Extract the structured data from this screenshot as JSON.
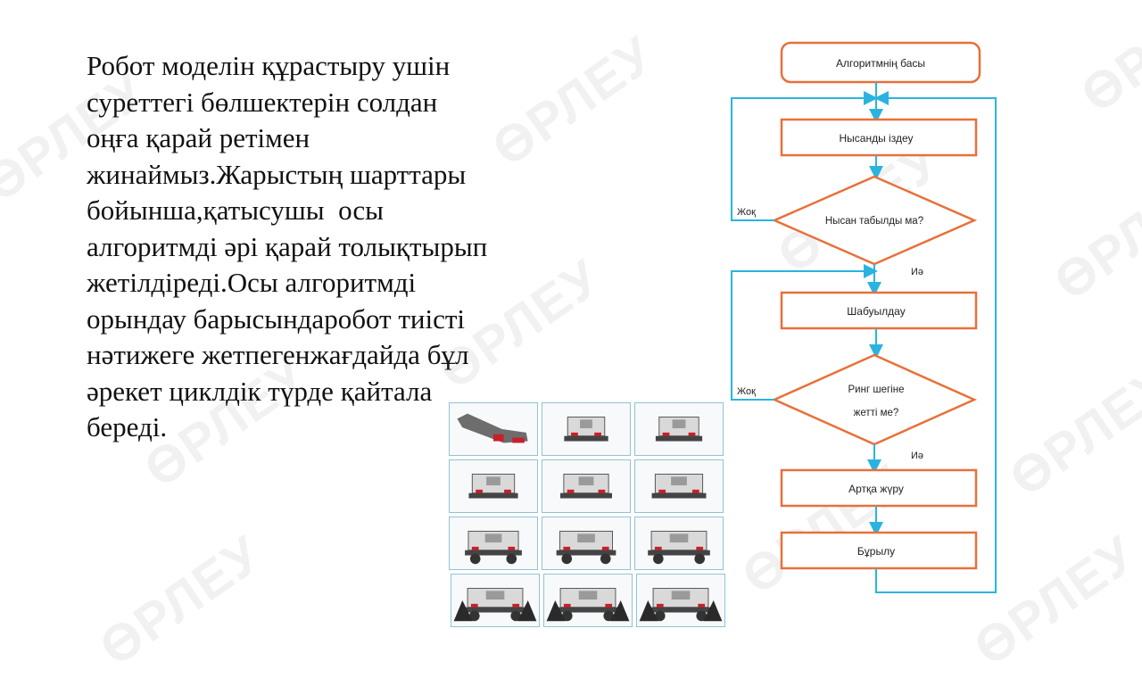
{
  "watermark": "ӨРЛЕУ",
  "slide": {
    "text": "Робот моделін құрастыру ушін\nсуреттегі бөлшектерін солдан\nоңға қарай ретімен\nжинаймыз.Жарыстың шарттары\nбойынша,қатысушы  осы\nалгоритмді әрі қарай толықтырып\nжетілдіреді.Осы алгоритмді\nорындау барысындаробот тиісті\nнәтижеге жетпегенжағдайда бұл\nәрекет циклдік түрде қайтала\nбереді."
  },
  "flowchart": {
    "start": "Алгоритмнің басы",
    "search": "Нысанды іздеу",
    "decision1": "Нысан табылды ма?",
    "attack": "Шабуылдау",
    "decision2_line1": "Ринг шегіне",
    "decision2_line2": "жетті ме?",
    "back": "Артқа жүру",
    "turn": "Бұрылу",
    "no_label": "Жоқ",
    "yes_label": "Иә"
  },
  "colors": {
    "box_stroke": "#e8703a",
    "arrow": "#2bb3e0",
    "cell_border": "#8fc3d6"
  },
  "assembly_grid": {
    "rows": 4,
    "cols": 3,
    "cell_icon": "robot-assembly-step"
  }
}
